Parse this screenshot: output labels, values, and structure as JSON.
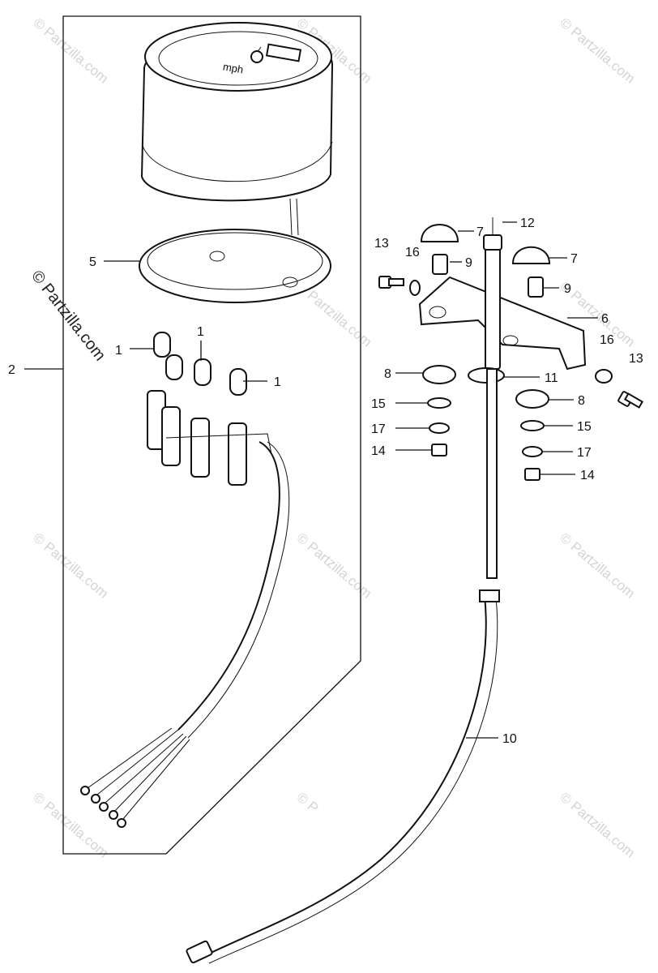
{
  "callouts": {
    "c1a": "1",
    "c1b": "1",
    "c1c": "1",
    "c2": "2",
    "c5": "5",
    "c6": "6",
    "c7a": "7",
    "c7b": "7",
    "c8a": "8",
    "c8b": "8",
    "c9a": "9",
    "c9b": "9",
    "c10": "10",
    "c11": "11",
    "c12": "12",
    "c13a": "13",
    "c13b": "13",
    "c14a": "14",
    "c14b": "14",
    "c15a": "15",
    "c15b": "15",
    "c16a": "16",
    "c16b": "16",
    "c17a": "17",
    "c17b": "17"
  },
  "gauge": {
    "unit_label": "mph"
  },
  "watermark": {
    "text": "© Partzilla.com",
    "side_text": "© Partzilla.com"
  }
}
